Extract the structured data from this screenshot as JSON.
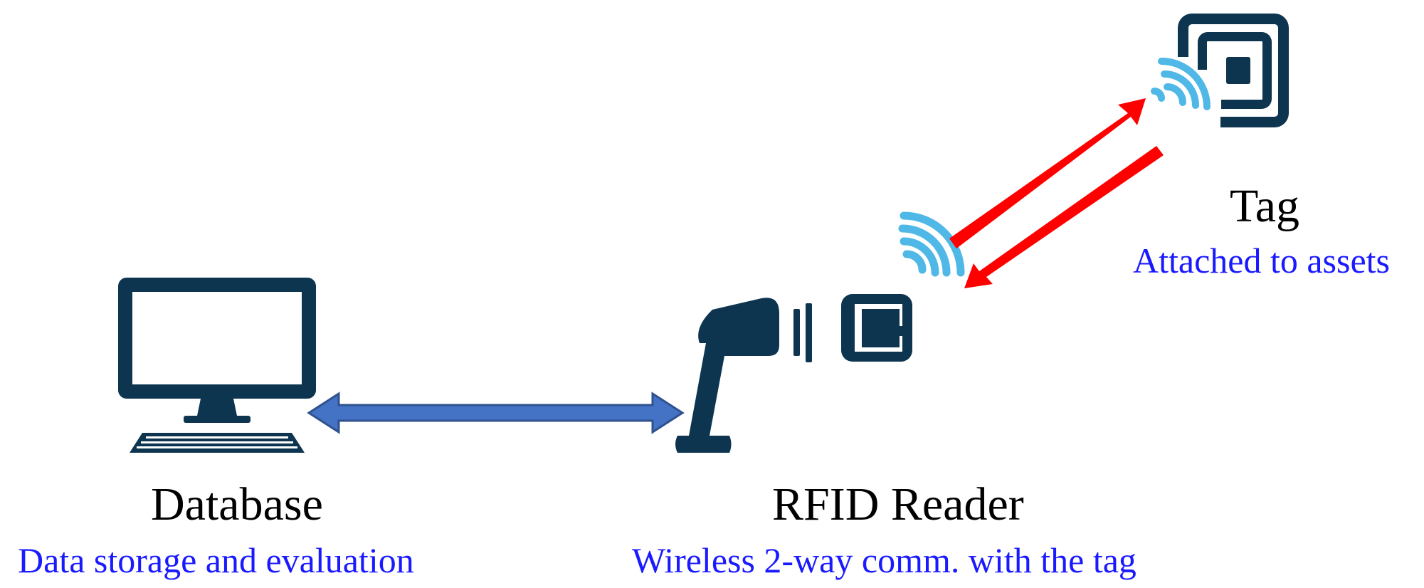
{
  "database": {
    "title": "Database",
    "subtitle": "Data storage and evaluation"
  },
  "reader": {
    "title": "RFID Reader",
    "subtitle": "Wireless 2-way comm. with the tag"
  },
  "tag": {
    "title": "Tag",
    "subtitle": "Attached to assets"
  },
  "colors": {
    "icon": "#0d3550",
    "wave": "#4fb8e6",
    "link_arrow": "#4472c4",
    "link_arrow_stroke": "#2f528f",
    "rf_arrow": "#ff0000",
    "subtitle_text": "#1a1aff"
  },
  "icons": {
    "computer": "desktop-computer-icon",
    "reader": "rfid-handheld-reader-icon",
    "tag": "rfid-tag-icon"
  }
}
